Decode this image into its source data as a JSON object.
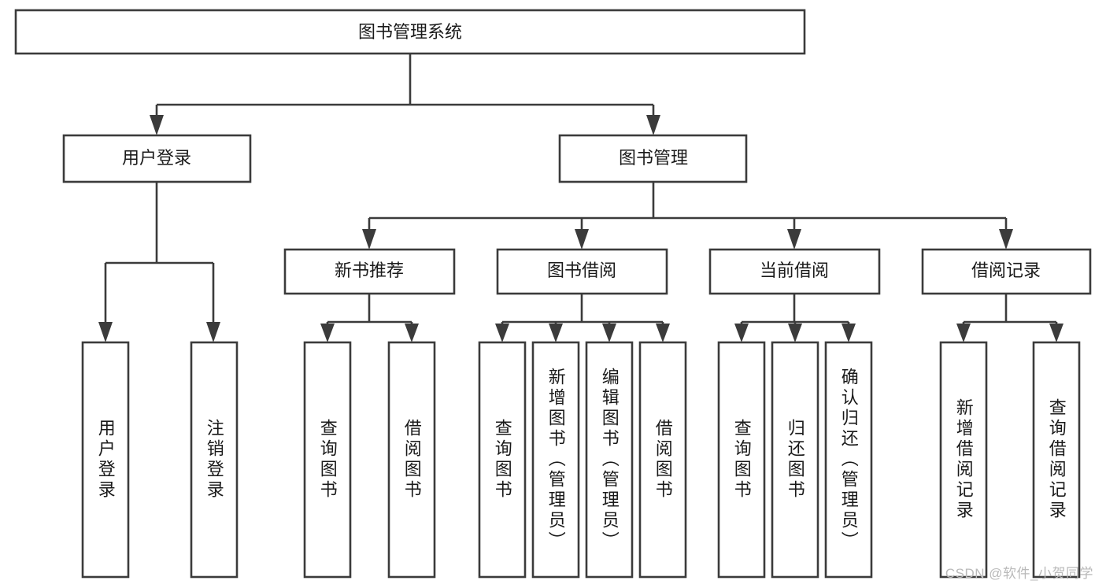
{
  "diagram": {
    "type": "tree-hierarchy",
    "title": "图书管理系统",
    "colors": {
      "stroke": "#3b3b3b",
      "box_fill": "#ffffff",
      "text": "#1a1a1a",
      "background": "#ffffff",
      "watermark": "#b9b9b9"
    },
    "root": {
      "label": "图书管理系统"
    },
    "level1": [
      {
        "label": "用户登录"
      },
      {
        "label": "图书管理"
      }
    ],
    "level2": [
      {
        "label": "新书推荐"
      },
      {
        "label": "图书借阅"
      },
      {
        "label": "当前借阅"
      },
      {
        "label": "借阅记录"
      }
    ],
    "leaves": {
      "user_login": [
        {
          "label": "用户登录"
        },
        {
          "label": "注销登录"
        }
      ],
      "new_book_recommend": [
        {
          "label": "查询图书"
        },
        {
          "label": "借阅图书"
        }
      ],
      "book_borrow": [
        {
          "label": "查询图书"
        },
        {
          "label": "新增图书（管理员）"
        },
        {
          "label": "编辑图书（管理员）"
        },
        {
          "label": "借阅图书"
        }
      ],
      "current_borrow": [
        {
          "label": "查询图书"
        },
        {
          "label": "归还图书"
        },
        {
          "label": "确认归还（管理员）"
        }
      ],
      "borrow_record": [
        {
          "label": "新增借阅记录"
        },
        {
          "label": "查询借阅记录"
        }
      ]
    }
  },
  "watermark": {
    "text": "CSDN @软件_小贺同学"
  }
}
